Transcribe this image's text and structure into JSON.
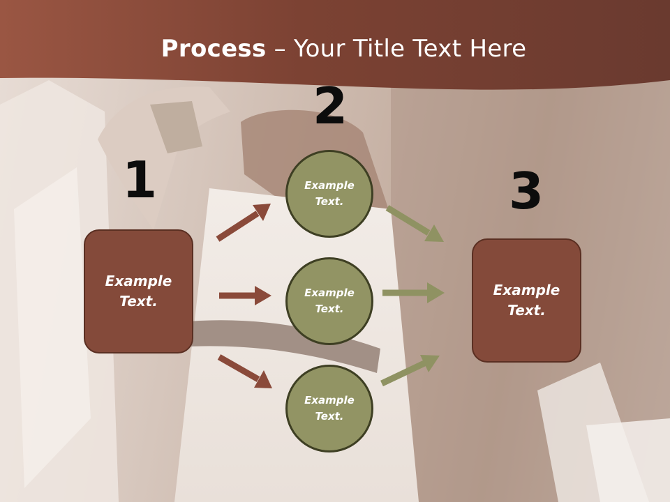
{
  "title": {
    "bold": "Process",
    "rest": " – Your Title Text Here"
  },
  "steps": [
    {
      "number": "1",
      "text": "Example\nText."
    },
    {
      "number": "2"
    },
    {
      "number": "3",
      "text": "Example\nText."
    }
  ],
  "circles": [
    {
      "text": "Example\nText."
    },
    {
      "text": "Example\nText."
    },
    {
      "text": "Example\nText."
    }
  ],
  "colors": {
    "header": "#7d4234",
    "box": "#844a3a",
    "circle": "#929464",
    "arrow_left": "#8a4a3a",
    "arrow_right": "#8f9262"
  }
}
